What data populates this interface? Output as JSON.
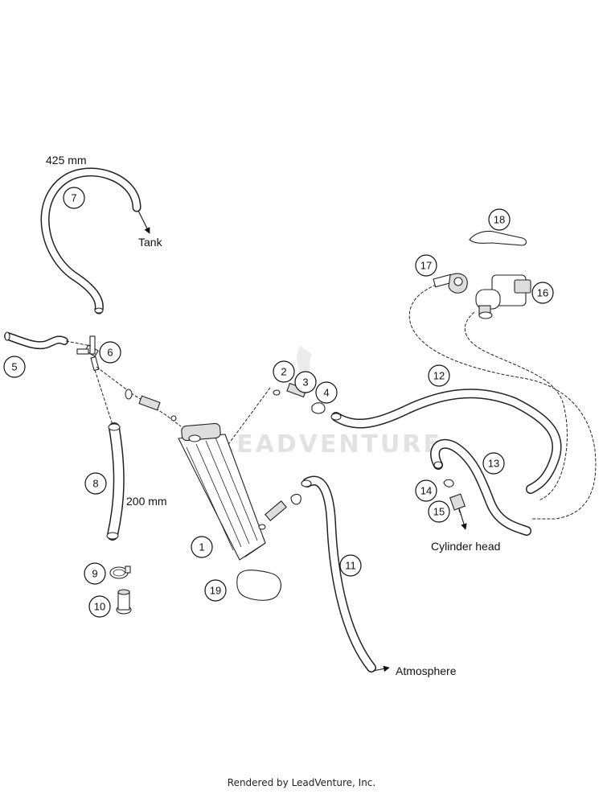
{
  "watermark": "LEADVENTURE",
  "footer": "Rendered by LeadVenture, Inc.",
  "labels": {
    "len_7": "425 mm",
    "tank": "Tank",
    "len_8": "200 mm",
    "cylinder_head": "Cylinder head",
    "atmosphere": "Atmosphere"
  },
  "callouts": {
    "c1": "1",
    "c2": "2",
    "c3": "3",
    "c4": "4",
    "c5": "5",
    "c6": "6",
    "c7": "7",
    "c8": "8",
    "c9": "9",
    "c10": "10",
    "c11": "11",
    "c12": "12",
    "c13": "13",
    "c14": "14",
    "c15": "15",
    "c16": "16",
    "c17": "17",
    "c18": "18",
    "c19": "19"
  }
}
